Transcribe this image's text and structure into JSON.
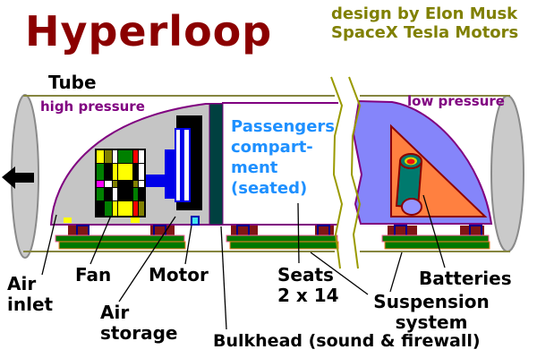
{
  "title": "Hyperloop",
  "credit": {
    "text": "design by Elon Musk\nSpaceX Tesla Motors"
  },
  "tube_label": "Tube",
  "pressure": {
    "left": "high pressure",
    "right": "low pressure"
  },
  "compartment_text": "Passengers\ncompart-\nment\n(seated)",
  "part_labels": {
    "air_inlet": "Air\ninlet",
    "fan": "Fan",
    "motor": "Motor",
    "air_storage": "Air\nstorage",
    "seats": "Seats\n2 x 14",
    "batteries": "Batteries",
    "suspension": "Suspension\nsystem",
    "bulkhead": "Bulkhead (sound & firewall)"
  },
  "icons": {
    "direction_arrow": "left-arrow"
  },
  "colors": {
    "title_red": "#8B0000",
    "credit_olive": "#808000",
    "pressure_purple": "#800080",
    "passenger_blue": "#1E90FF",
    "tube_olive": "#85853F",
    "outline_purple": "#800080",
    "capsule_gray": "#C5C5C5",
    "bulkhead_teal": "#004040",
    "motor_blue": "#0000E8",
    "rear_periwinkle": "#8585FA",
    "battery_orange": "#FF8040",
    "cylinder_teal": "#007A6E",
    "ski_green": "#007800",
    "block_red": "#801515"
  },
  "fan": {
    "grid": [
      [
        "#FFFF00",
        "#808000",
        "#FFFFFF",
        "#008000",
        "#FF0000",
        "#FFFFFF"
      ],
      [
        "#008000",
        "#000000",
        "#FFFF00",
        "#FFFF00",
        "#000000",
        "#FFFFFF"
      ],
      [
        "#FF00FF",
        "#FFFFFF",
        "#808000",
        "#000000",
        "#808000",
        "#FFFFFF"
      ],
      [
        "#008000",
        "#000000",
        "#FFFFFF",
        "#000000",
        "#008000",
        "#000000"
      ],
      [
        "#000000",
        "#008000",
        "#FFFF00",
        "#FFFF00",
        "#FF0000",
        "#808000"
      ]
    ]
  }
}
